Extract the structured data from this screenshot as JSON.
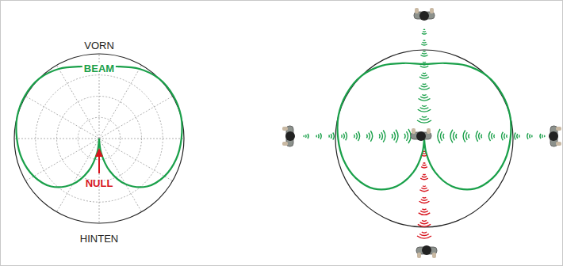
{
  "diagram": {
    "labels": [
      "VORN",
      "BEAM",
      "NULL",
      "HINTEN"
    ]
  }
}
